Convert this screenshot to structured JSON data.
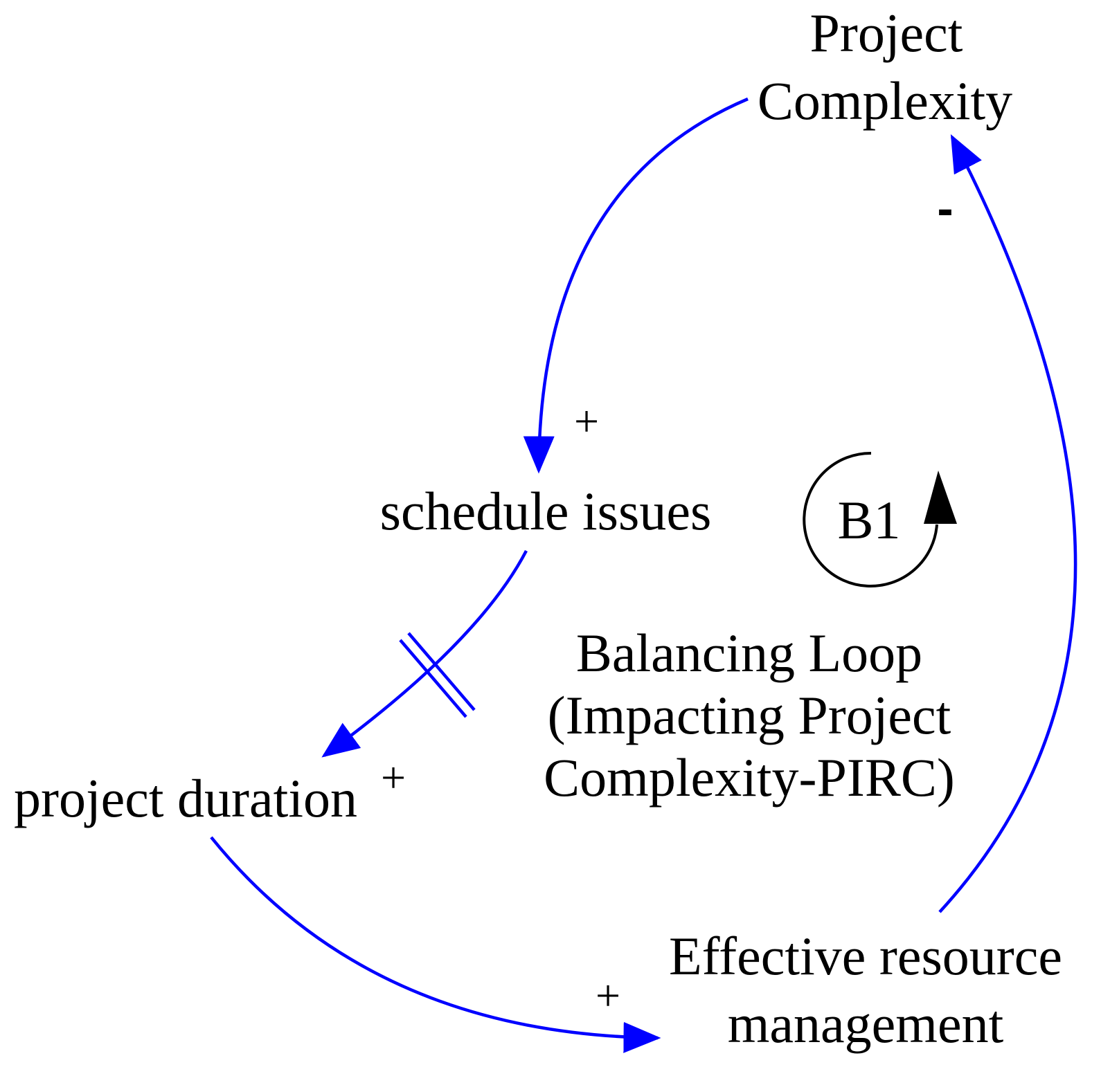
{
  "colors": {
    "link": "#0000ff",
    "loop_marker": "#000000",
    "text": "#000000",
    "background": "#ffffff"
  },
  "nodes": {
    "project_complexity": {
      "line1": "Project",
      "line2": "Complexity"
    },
    "schedule_issues": {
      "label": "schedule issues"
    },
    "project_duration": {
      "label": "project duration"
    },
    "effective_resource_management": {
      "line1": "Effective resource",
      "line2": "management"
    }
  },
  "links": {
    "complexity_to_schedule": {
      "polarity": "+"
    },
    "schedule_to_duration": {
      "polarity": "+",
      "delay": true
    },
    "duration_to_resource": {
      "polarity": "+"
    },
    "resource_to_complexity": {
      "polarity": "-"
    }
  },
  "loop": {
    "id": "B1",
    "type_line1": "Balancing Loop",
    "type_line2": "(Impacting Project",
    "type_line3": "Complexity-PIRC)"
  }
}
